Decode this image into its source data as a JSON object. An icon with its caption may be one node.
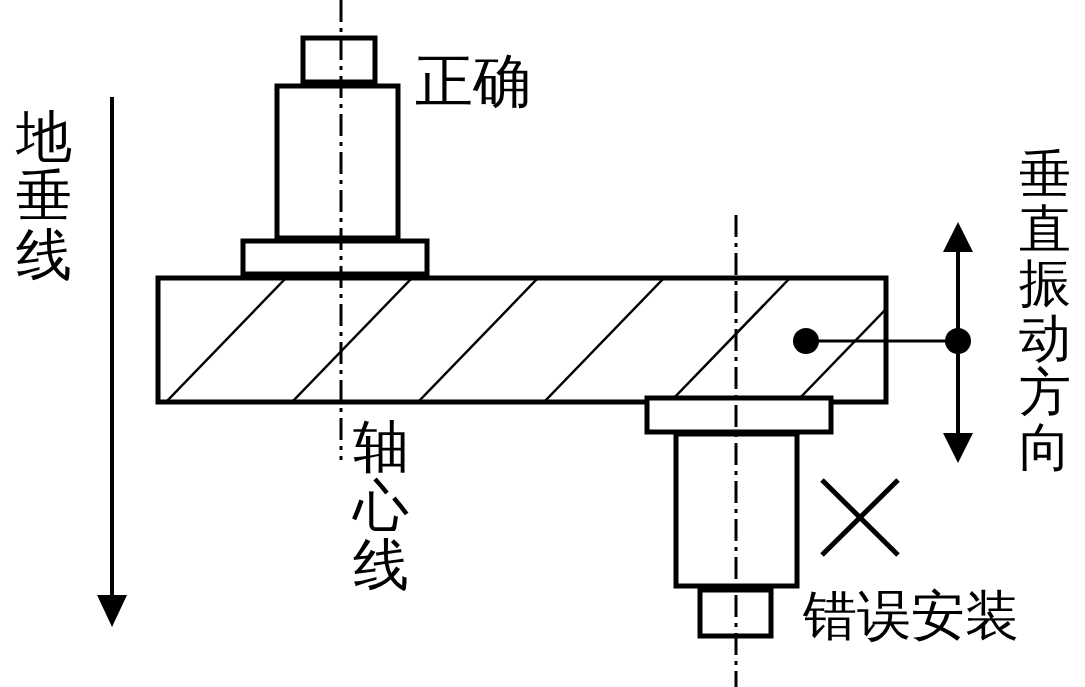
{
  "diagram": {
    "labels": [
      "正确",
      "地垂线",
      "垂直振动方向",
      "轴心线",
      "错误安装"
    ]
  }
}
